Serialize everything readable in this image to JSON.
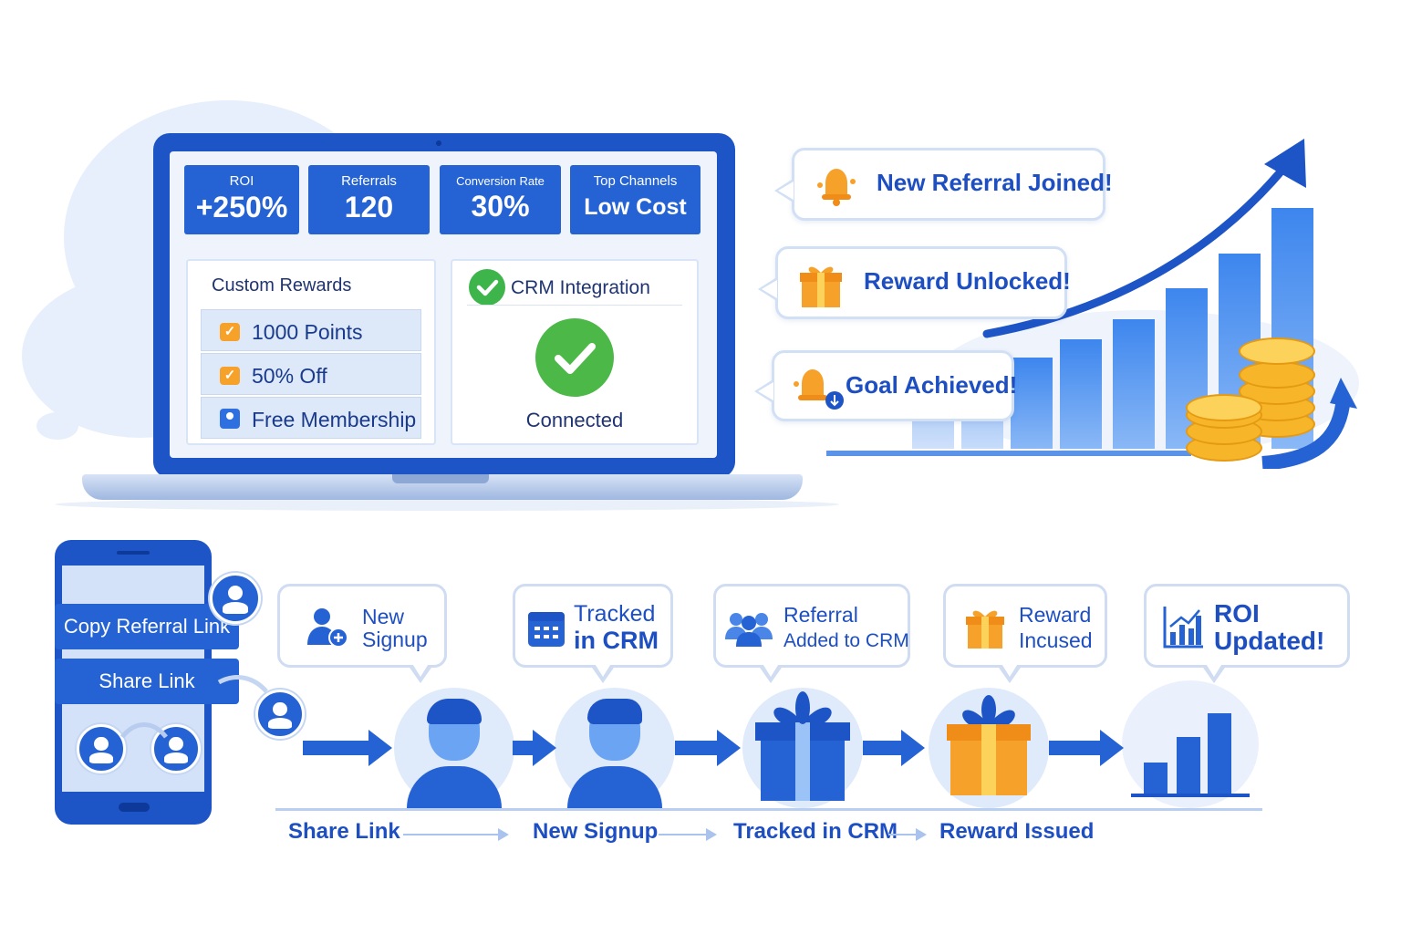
{
  "stats": [
    {
      "label": "ROI",
      "value": "+250%"
    },
    {
      "label": "Referrals",
      "value": "120"
    },
    {
      "label": "Conversion Rate",
      "value": "30%"
    },
    {
      "label": "Top Channels",
      "value": "Low Cost"
    }
  ],
  "rewards": {
    "title": "Custom Rewards",
    "items": [
      "1000 Points",
      "50% Off",
      "Free Membership"
    ]
  },
  "crm": {
    "title": "CRM Integration",
    "status": "Connected"
  },
  "notifications": [
    {
      "text": "New Referral Joined!",
      "icon": "bell-icon"
    },
    {
      "text": "Reward Unlocked!",
      "icon": "gift-icon"
    },
    {
      "text": "Goal Achieved!",
      "icon": "bell-icon"
    }
  ],
  "phone": {
    "copy_link": "Copy Referral Link",
    "share_link": "Share Link"
  },
  "flow_steps": [
    {
      "line1": "New",
      "line2": "Signup",
      "icon": "add-user-icon"
    },
    {
      "line1": "Tracked",
      "line2": "in CRM",
      "icon": "calendar-icon"
    },
    {
      "line1": "Referral",
      "line2": "Added to CRM",
      "icon": "group-icon"
    },
    {
      "line1": "Reward",
      "line2": "Incused",
      "icon": "gift-icon"
    },
    {
      "line1": "ROI",
      "line2": "Updated!",
      "icon": "bar-chart-icon"
    }
  ],
  "timeline": [
    "Share Link",
    "New Signup",
    "Tracked in CRM",
    "Reward Issued"
  ],
  "colors": {
    "primary": "#2563d4",
    "dark": "#1d54c6",
    "success": "#4cb848",
    "accent": "#f6a22a",
    "text": "#1d4fc2"
  }
}
